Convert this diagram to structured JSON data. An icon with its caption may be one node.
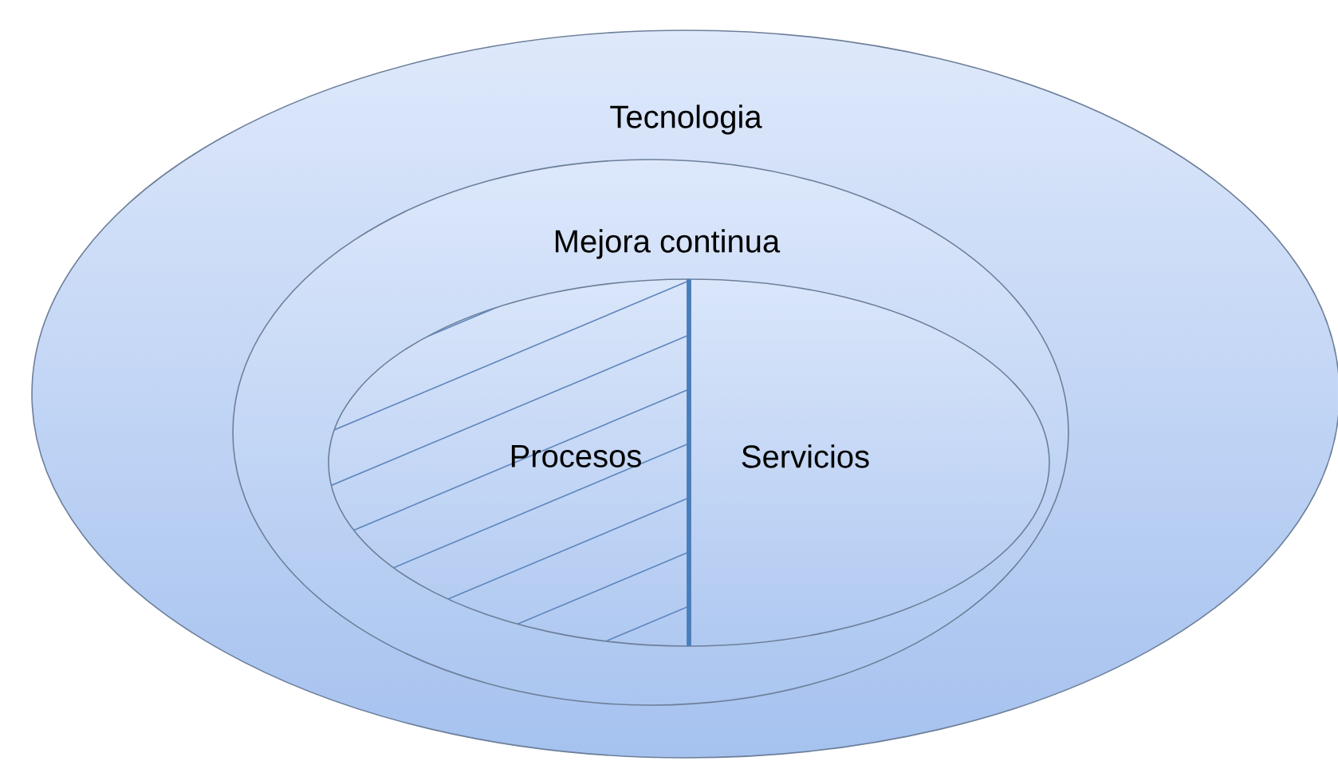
{
  "diagram": {
    "nodes": [
      {
        "text": [
          "Tecnologia"
        ]
      },
      {
        "text": [
          "Mejora continua"
        ],
        "in": 0
      },
      {
        "text": [
          "Procesos",
          "Servicios"
        ],
        "in": 1
      }
    ]
  }
}
